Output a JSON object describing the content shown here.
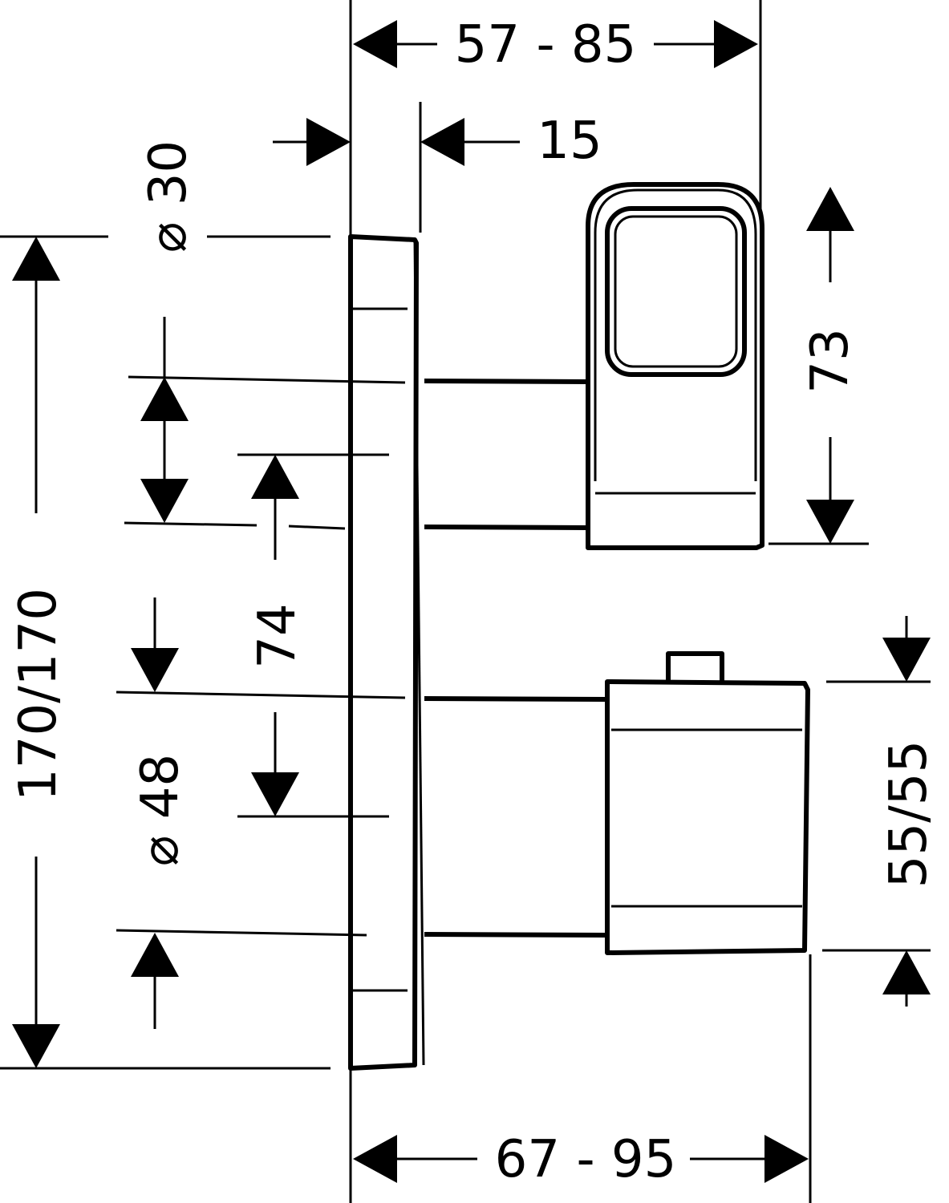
{
  "dimensions": {
    "top_width": "57 - 85",
    "wall_offset": "15",
    "handle_height": "73",
    "overall_height": "170/170",
    "upper_diameter": "⌀ 30",
    "center_spacing": "74",
    "lower_diameter": "⌀ 48",
    "knob_height": "55/55",
    "bottom_width": "67 - 95"
  },
  "colors": {
    "line": "#000000",
    "background": "#ffffff"
  }
}
